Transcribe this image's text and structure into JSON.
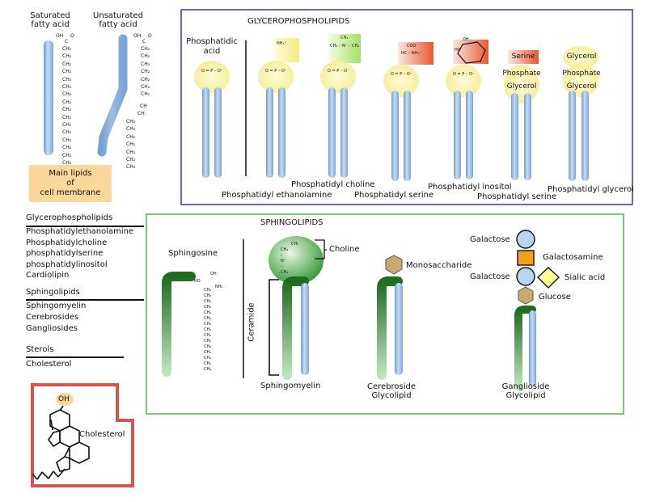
{
  "fatty_acids": {
    "saturated": "Saturated\nfatty acid",
    "unsaturated": "Unsaturated\nfatty acid",
    "formula": [
      "CH₂",
      "CH₂",
      "CH₂",
      "CH₂",
      "CH₂",
      "CH₂",
      "CH₂",
      "CH₂",
      "CH₂",
      "CH₂",
      "CH₂",
      "CH₂",
      "CH₂",
      "CH₂",
      "CH₂",
      "CH₃"
    ],
    "oh_label": "OH",
    "o_label": "O",
    "c_label": "C",
    "ch_label": "CH"
  },
  "main_lipids": "Main lipids\nof\ncell membrane",
  "lipid_list": {
    "glycero_heading": "Glycerophospholipids",
    "glycero_items": [
      "Phosphatidylethanolamine",
      "Phosphatidylcholine",
      "phosphatidylserine",
      "phosphatidylinositol",
      "Cardiolipin"
    ],
    "sphingo_heading": "Sphingolipids",
    "sphingo_items": [
      "Sphingomyelin",
      "Cerebrosides",
      "Gangliosides"
    ],
    "sterols_heading": "Sterols",
    "sterols_items": [
      "Cholesterol"
    ]
  },
  "glycero_panel": {
    "title": "GLYCEROPHOSPHOLIPIDS",
    "phosphatidic_acid": "Phosphatidic\nacid",
    "pe": "Phosphatidyl ethanolamine",
    "pc": "Phosphatidyl choline",
    "ps": "Phosphatidyl serine",
    "pi": "Phosphatidyl inositol",
    "ps2": "Phosphatidyl serine",
    "pg": "Phosphatidyl glycerol",
    "serine": "Serine",
    "phosphate": "Phosphate",
    "glycerol": "Glycerol",
    "glycerol_top": "Glycerol",
    "phosphate2": "Phosphate",
    "glycerol2": "Glycerol",
    "head_nh3": "NH₃⁺",
    "head_ch3": "CH₃",
    "head_n": "CH₃ – N⁺ – CH₃",
    "head_coo": "COO⁻",
    "head_serine": "HC – NH₃⁺",
    "head_phosphate": "O = P – O⁻",
    "head_o": "O",
    "head_oh": "OH",
    "head_h": "H",
    "head_ho": "HO",
    "head_c": "C"
  },
  "sphingo_panel": {
    "title": "SPHINGOLIPIDS",
    "sphingosine": "Sphingosine",
    "choline": "Choline",
    "ceramide": "Ceramide",
    "sphingomyelin": "Sphingomyelin",
    "monosaccharide": "Monosaccharide",
    "cerebroside": "Cerebroside\nGlycolipid",
    "galactose1": "Galactose",
    "galactosamine": "Galactosamine",
    "galactose2": "Galactose",
    "sialic_acid": "Sialic acid",
    "glucose": "Glucose",
    "ganglioside": "Ganglioside\nGlycolipid",
    "nh2": "NH₂",
    "oh": "OH",
    "ho": "HO",
    "ch3": "CH₃"
  },
  "cholesterol": {
    "label": "Cholesterol",
    "oh": "OH"
  },
  "colors": {
    "tail_blue": "#8fb4de",
    "tail_green": "#2f7d2f",
    "head_yellow": "#fbf5b3",
    "glycero_border": "#3636a0",
    "sphingo_border": "#4bb84b",
    "chol_border": "#d9534f",
    "main_box": "#fcd79a",
    "galactosamine": "#f0a01a",
    "monosaccharide": "#c8aa6e"
  }
}
